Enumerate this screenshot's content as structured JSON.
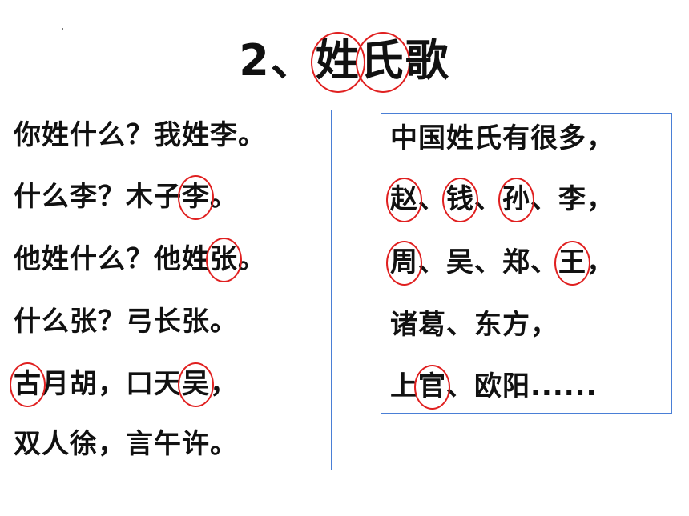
{
  "title": {
    "prefix": "2、",
    "c1": "姓",
    "c2": "氏",
    "c3": "歌"
  },
  "left_poem": {
    "l1": {
      "text": "你姓什么？我姓李。"
    },
    "l2": {
      "a": "什么李？木子",
      "b": "李",
      "c": "。"
    },
    "l3": {
      "a": "他姓什么？他姓",
      "b": "张",
      "c": "。"
    },
    "l4": {
      "text": "什么张？弓长张。"
    },
    "l5": {
      "a": "古",
      "b": "月胡，口天",
      "c": "吴",
      "d": "，"
    },
    "l6": {
      "text": "双人徐，言午许。"
    }
  },
  "right_poem": {
    "l1": {
      "text": "中国姓氏有很多，"
    },
    "l2": {
      "a": "赵",
      "b": "、",
      "c": "钱",
      "d": "、",
      "e": "孙",
      "f": "、李，"
    },
    "l3": {
      "a": "周",
      "b": "、吴、郑、",
      "c": "王",
      "d": "，"
    },
    "l4": {
      "text": "诸葛、东方，"
    },
    "l5": {
      "a": "上",
      "b": "官",
      "c": "、欧阳......"
    }
  },
  "colors": {
    "border": "#4a7fd6",
    "circle": "#e02020",
    "text": "#111111"
  }
}
